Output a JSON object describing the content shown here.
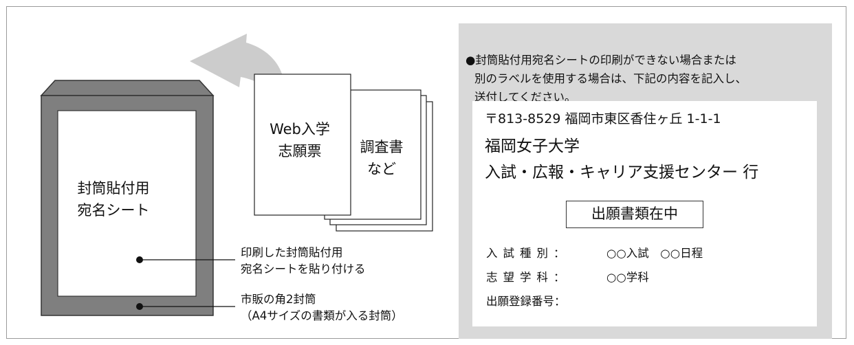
{
  "colors": {
    "envelope_gray": "#7f7f7f",
    "panel_gray": "#d9d9d9",
    "arrow_gray": "#cccccc",
    "border_gray": "#9a9a9a"
  },
  "envelope": {
    "label_line1": "封筒貼付用",
    "label_line2": "宛名シート"
  },
  "documents": {
    "web_line1": "Web入学",
    "web_line2": "志願票",
    "chosa_line1": "調査書",
    "chosa_line2": "など"
  },
  "callouts": {
    "sheet_line1": "印刷した封筒貼付用",
    "sheet_line2": "宛名シートを貼り付ける",
    "envelope_line1": "市販の角2封筒",
    "envelope_line2": "（A4サイズの書類が入る封筒）"
  },
  "notice": {
    "line1": "●封筒貼付用宛名シートの印刷ができない場合または",
    "line2": "別のラベルを使用する場合は、下記の内容を記入し、",
    "line3": "送付してください。"
  },
  "address": {
    "postal": "〒813-8529  福岡市東区香住ヶ丘 1-1-1",
    "university": "福岡女子大学",
    "department": "入試・広報・キャリア支援センター 行",
    "stamp": "出願書類在中"
  },
  "fields": [
    {
      "label": "入試種別：",
      "value": "○○入試　○○日程"
    },
    {
      "label": "志望学科：",
      "value": "○○学科"
    },
    {
      "label": "出願登録番号：",
      "value": ""
    }
  ]
}
